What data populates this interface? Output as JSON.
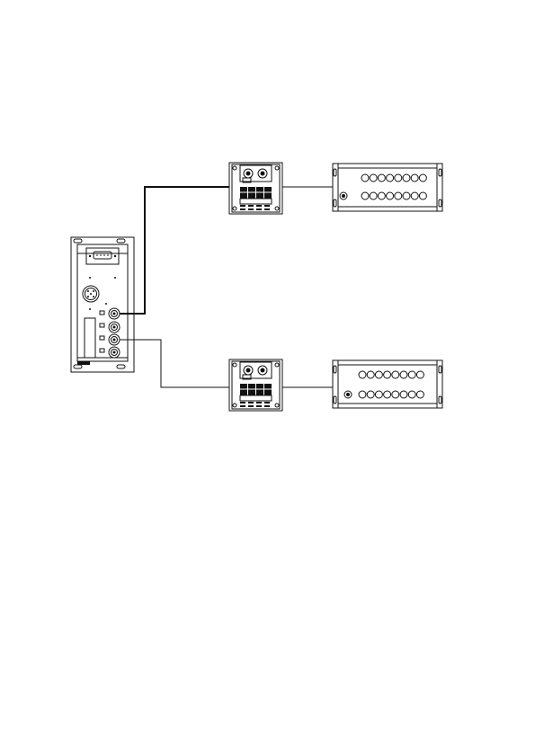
{
  "diagram": {
    "type": "wiring-diagram",
    "components": {
      "controller": {
        "name": "controller-module",
        "ports": 4
      },
      "interfaces": [
        {
          "name": "interface-module-top"
        },
        {
          "name": "interface-module-bottom"
        }
      ],
      "terminal_strips": [
        {
          "name": "terminal-strip-top",
          "terminals_per_row": 8,
          "rows": 2
        },
        {
          "name": "terminal-strip-bottom",
          "terminals_per_row": 8,
          "rows": 2
        }
      ]
    },
    "connections": [
      {
        "from": "controller-port-1",
        "to": "interface-module-top"
      },
      {
        "from": "controller-port-3",
        "to": "interface-module-bottom"
      },
      {
        "from": "interface-module-top",
        "to": "terminal-strip-top"
      },
      {
        "from": "interface-module-bottom",
        "to": "terminal-strip-bottom"
      }
    ],
    "colors": {
      "line": "#111111",
      "background": "#ffffff"
    }
  }
}
